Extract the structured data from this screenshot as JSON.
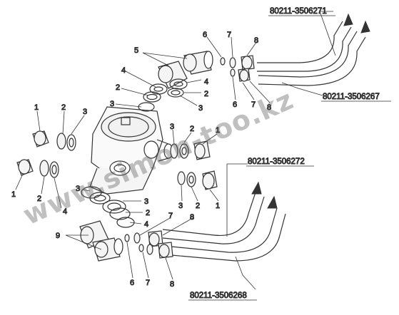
{
  "part_numbers": {
    "top_right": "80211-3506271",
    "right_upper": "80211-3506267",
    "middle": "80211-3506272",
    "bottom": "80211-3506268"
  },
  "labels": {
    "1": "1",
    "2": "2",
    "3": "3",
    "4": "4",
    "5": "5",
    "6": "6",
    "7": "7",
    "8": "8",
    "9": "9"
  },
  "watermark": "www.simon-too.kz"
}
